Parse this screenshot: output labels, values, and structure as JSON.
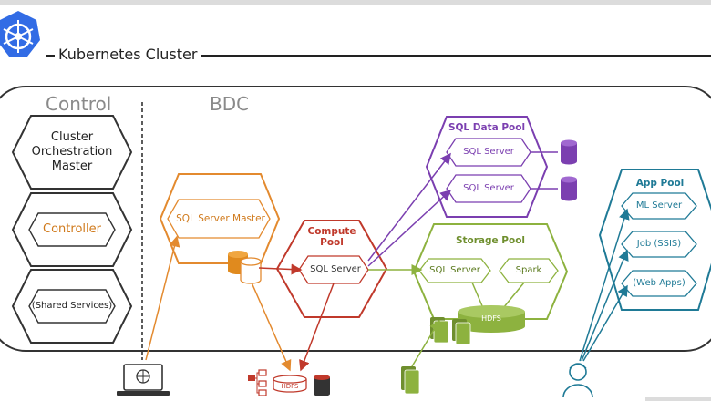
{
  "cluster": {
    "title": "Kubernetes Cluster"
  },
  "control": {
    "title": "Control",
    "orchestration": "Cluster Orchestration Master",
    "controller": "Controller",
    "shared": "(Shared Services)"
  },
  "bdc": {
    "title": "BDC",
    "master": "SQL Server Master",
    "compute_pool": {
      "title": "Compute Pool",
      "node": "SQL Server"
    },
    "data_pool": {
      "title": "SQL Data Pool",
      "nodes": [
        "SQL Server",
        "SQL Server"
      ]
    },
    "storage_pool": {
      "title": "Storage Pool",
      "sql": "SQL Server",
      "spark": "Spark",
      "hdfs": "HDFS"
    },
    "app_pool": {
      "title": "App Pool",
      "items": [
        "ML Server",
        "Job (SSIS)",
        "(Web Apps)"
      ]
    }
  },
  "bottom": {
    "hdfs": "HDFS"
  },
  "colors": {
    "control": "#333333",
    "controller_text": "#d07a1c",
    "master": "#e38a2f",
    "compute": "#c0392b",
    "data_pool": "#7b3fb0",
    "storage": "#8db23f",
    "app_pool": "#1f7a96",
    "k8s_blue": "#326ce5"
  }
}
